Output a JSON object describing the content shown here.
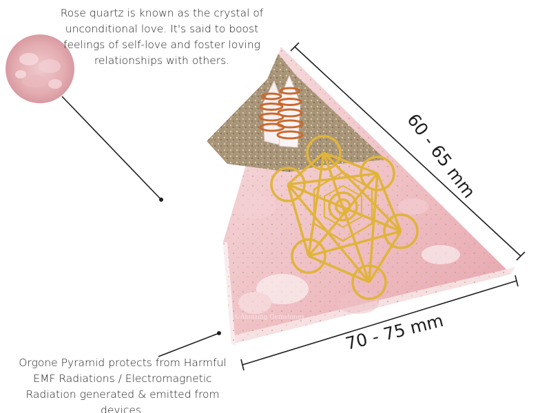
{
  "captions": {
    "top": "Rose quartz is known as the crystal of unconditional love. It's said to boost feelings of self-love and foster loving relationships with others.",
    "bottom": "Orgone Pyramid protects from Harmful EMF Radiations / Electromagnetic Radiation generated & emitted from devices."
  },
  "dimensions": {
    "height": "60 - 65 mm",
    "width": "70 - 75 mm"
  },
  "watermark": "©Amazing Gemstones",
  "colors": {
    "rose_quartz": "#e8a7ae",
    "gold": "#e0b43a",
    "copper": "#c8692f",
    "text": "#1e1e1e"
  }
}
